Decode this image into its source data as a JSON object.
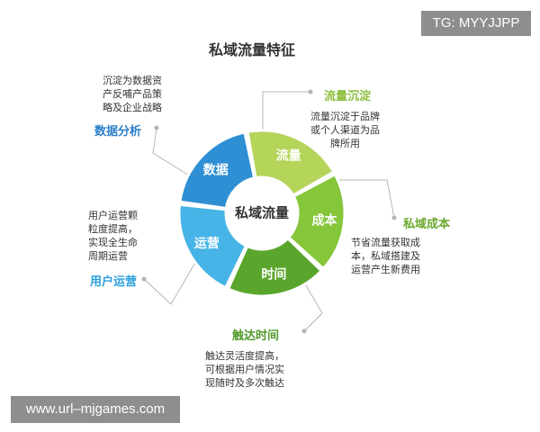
{
  "title": "私域流量特征",
  "center": "私域流量",
  "segments": [
    {
      "label": "流量",
      "color": "#b4d45a",
      "category": "流量沉淀",
      "category_color": "#8cbe3c",
      "desc": [
        "流量沉淀于品牌",
        "或个人渠道为品",
        "牌所用"
      ]
    },
    {
      "label": "成本",
      "color": "#86c63a",
      "category": "私域成本",
      "category_color": "#6aa82c",
      "desc": [
        "节省流量获取成",
        "本，私域搭建及",
        "运营产生新费用"
      ]
    },
    {
      "label": "时间",
      "color": "#5aa62c",
      "category": "触达时间",
      "category_color": "#4f9a2a",
      "desc": [
        "触达灵活度提高，",
        "可根据用户情况实",
        "现随时及多次触达"
      ]
    },
    {
      "label": "运营",
      "color": "#46b4e6",
      "category": "用户运营",
      "category_color": "#2aa0dc",
      "desc": [
        "用户运营颗",
        "粒度提高，",
        "实现全生命",
        "周期运营"
      ]
    },
    {
      "label": "数据",
      "color": "#2f8fd4",
      "category": "数据分析",
      "category_color": "#2a7fc8",
      "desc": [
        "沉淀为数据资",
        "产反哺产品策",
        "略及企业战略"
      ]
    }
  ],
  "watermark_top": "TG: MYYJJPP",
  "watermark_bottom": "www.url–mjgames.com"
}
